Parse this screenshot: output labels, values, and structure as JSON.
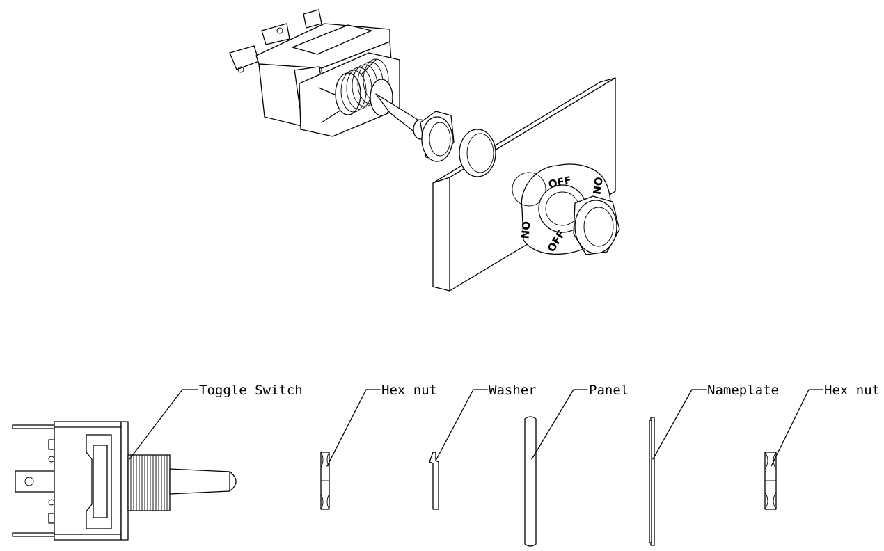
{
  "labels": {
    "toggle_switch": "Toggle Switch",
    "hex_nut_1": "Hex nut",
    "washer": "Washer",
    "panel": "Panel",
    "nameplate": "Nameplate",
    "hex_nut_2": "Hex nut"
  },
  "nameplate_markings": {
    "off_top": "OFF",
    "off_bottom": "OFF",
    "on_left": "ON",
    "on_right": "ON"
  }
}
